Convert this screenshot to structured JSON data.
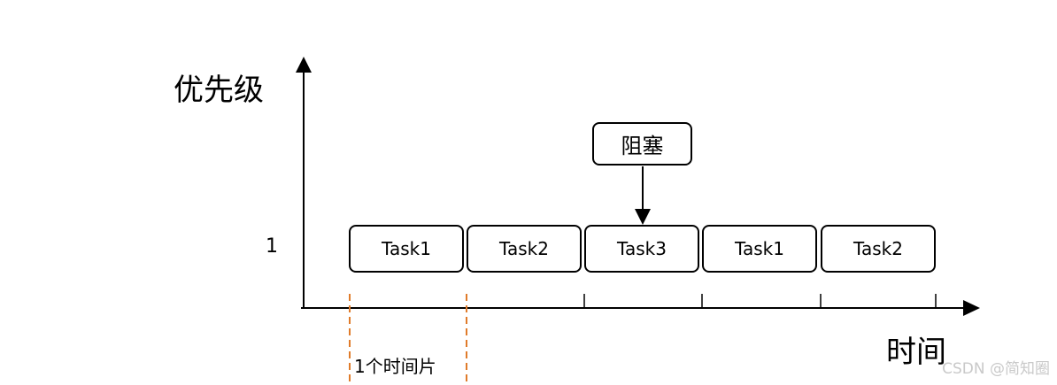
{
  "axes": {
    "y_label": "优先级",
    "x_label": "时间",
    "priority_tick": "1"
  },
  "tasks": [
    "Task1",
    "Task2",
    "Task3",
    "Task1",
    "Task2"
  ],
  "block_callout": {
    "label": "阻塞",
    "target_task_index": 2
  },
  "time_slice_label": "1个时间片",
  "watermark": "CSDN @简知圈",
  "colors": {
    "line": "#000000",
    "slice_marker": "#e07b2a",
    "watermark": "#c9c9c9"
  }
}
